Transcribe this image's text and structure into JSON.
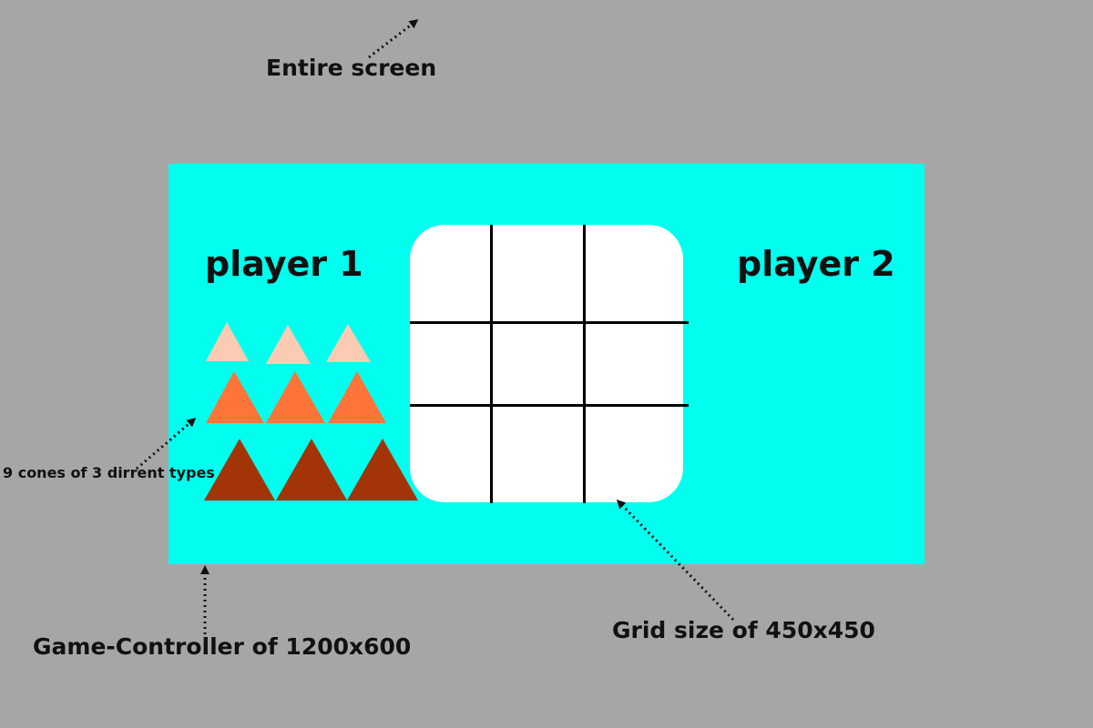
{
  "annotations": {
    "screen": "Entire screen",
    "cones": "9 cones of 3 dirrent types",
    "controller": "Game-Controller of 1200x600",
    "grid": "Grid size of 450x450"
  },
  "players": {
    "one": "player 1",
    "two": "player 2"
  },
  "cone_types": [
    {
      "name": "light-cone",
      "color": "#fbcbb4",
      "count": 3
    },
    {
      "name": "medium-cone",
      "color": "#ff7439",
      "count": 3
    },
    {
      "name": "dark-cone",
      "color": "#a33407",
      "count": 3
    }
  ],
  "grid": {
    "rows": 3,
    "cols": 3,
    "line_color": "#000000",
    "fill_color": "#ffffff"
  },
  "colors": {
    "background": "#a6a6a6",
    "controller": "#00ffee",
    "text": "#111111"
  },
  "icons": {
    "arrow": "dotted-arrow-icon"
  }
}
